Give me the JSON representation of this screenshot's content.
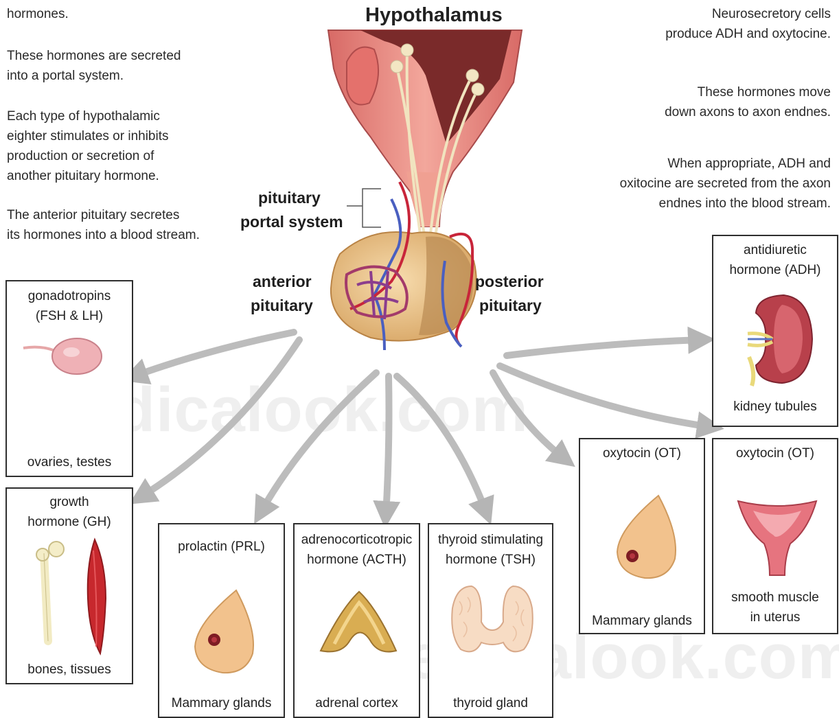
{
  "watermark": "Medicalook.com",
  "title": "Hypothalamus",
  "left_notes": {
    "n0": "hormones.",
    "n1a": "These hormones are secreted",
    "n1b": "into a portal system.",
    "n2a": "Each type of hypothalamic",
    "n2b": "eighter stimulates or inhibits",
    "n2c": "production or secretion of",
    "n2d": "another pituitary hormone.",
    "n3a": "The anterior pituitary secretes",
    "n3b": "its hormones into a blood stream."
  },
  "right_notes": {
    "n1a": "Neurosecretory cells",
    "n1b": "produce ADH and oxytocine.",
    "n2a": "These hormones move",
    "n2b": "down axons to axon endnes.",
    "n3a": "When appropriate, ADH and",
    "n3b": "oxitocine are secreted from the axon",
    "n3c": "endnes into the blood stream."
  },
  "labels": {
    "portal_1": "pituitary",
    "portal_2": "portal system",
    "anterior_1": "anterior",
    "anterior_2": "pituitary",
    "posterior_1": "posterior",
    "posterior_2": "pituitary"
  },
  "boxes": {
    "gonad": {
      "h1": "gonadotropins",
      "h2": "(FSH & LH)",
      "target": "ovaries, testes"
    },
    "gh": {
      "h1": "growth",
      "h2": "hormone (GH)",
      "target": "bones, tissues"
    },
    "prl": {
      "h1": "prolactin (PRL)",
      "target": "Mammary glands"
    },
    "acth": {
      "h1": "adrenocorticotropic",
      "h2": "hormone (ACTH)",
      "target": "adrenal cortex"
    },
    "tsh": {
      "h1": "thyroid stimulating",
      "h2": "hormone (TSH)",
      "target": "thyroid gland"
    },
    "ot1": {
      "h1": "oxytocin (OT)",
      "target": "Mammary glands"
    },
    "ot2": {
      "h1": "oxytocin (OT)",
      "t1": "smooth muscle",
      "t2": "in uterus"
    },
    "adh": {
      "h1": "antidiuretic",
      "h2": "hormone (ADH)",
      "target": "kidney tubules"
    }
  },
  "colors": {
    "arrow": "#b9b9b9",
    "tissue_pink": "#e8827a",
    "gland_tan": "#e9c48e",
    "artery_red": "#c8253a",
    "vein_blue": "#4a5fc0"
  }
}
